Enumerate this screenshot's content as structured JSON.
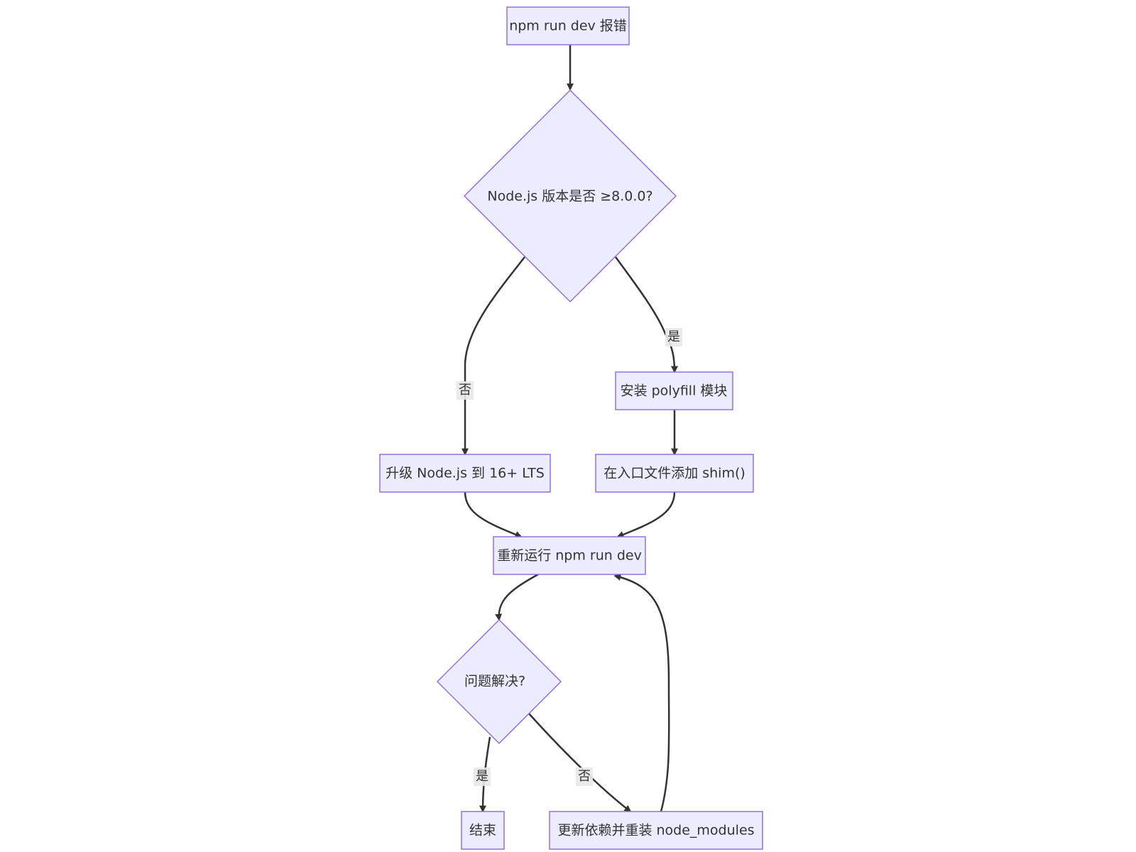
{
  "nodes": {
    "start": "npm run dev 报错",
    "check_node_version": "Node.js 版本是否 ≥8.0.0?",
    "upgrade_node": "升级 Node.js 到 16+ LTS",
    "install_polyfill": "安装 polyfill 模块",
    "add_shim": "在入口文件添加 shim()",
    "rerun": "重新运行 npm run dev",
    "check_resolved": "问题解决?",
    "end": "结束",
    "reinstall_modules": "更新依赖并重装 node_modules"
  },
  "edges": {
    "version_no": "否",
    "version_yes": "是",
    "resolved_yes": "是",
    "resolved_no": "否"
  },
  "colors": {
    "node_fill": "#ececff",
    "node_stroke": "#9370db",
    "edge_stroke": "#333333",
    "text": "#333333"
  }
}
